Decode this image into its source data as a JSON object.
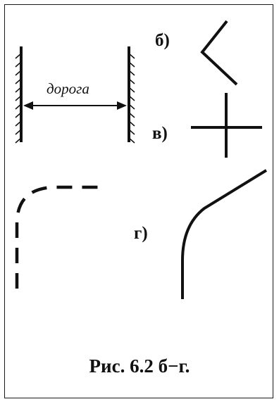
{
  "figure": {
    "road_label": "дорога",
    "labels": {
      "b": "б)",
      "v": "в)",
      "g": "г)"
    },
    "caption": "Рис. 6.2 б−г."
  }
}
